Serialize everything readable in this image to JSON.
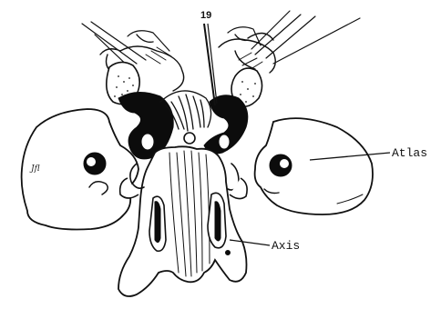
{
  "figure": {
    "labels": {
      "number": "19",
      "atlas": "Atlas",
      "axis": "Axis",
      "handwritten": "Jfl"
    },
    "colors": {
      "ink": "#111111",
      "paper": "#ffffff"
    }
  }
}
